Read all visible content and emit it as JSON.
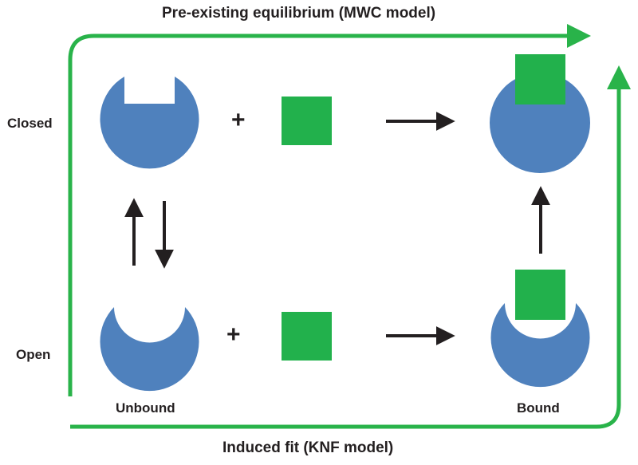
{
  "diagram": {
    "top_title": "Pre-existing equilibrium (MWC model)",
    "bottom_title": "Induced fit (KNF model)",
    "row_labels": {
      "closed": "Closed",
      "open": "Open"
    },
    "column_labels": {
      "unbound": "Unbound",
      "bound": "Bound"
    },
    "plus_sign": "+",
    "colors": {
      "protein": "#4f81bd",
      "ligand": "#22b14c",
      "pathway": "#29b34a",
      "arrow": "#231f20",
      "text": "#231f20"
    },
    "icons": {
      "protein": "pacman-circle",
      "ligand": "square",
      "pathway_arrow": "green-arrow",
      "reaction_arrow": "black-arrow"
    }
  }
}
